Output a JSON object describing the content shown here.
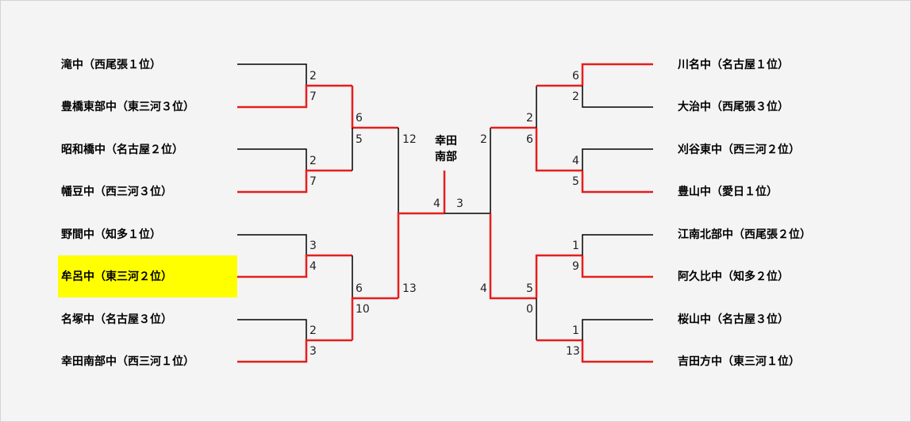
{
  "tournament": {
    "champion_line1": "幸田",
    "champion_line2": "南部",
    "left_teams": [
      "滝中（西尾張１位）",
      "豊橋東部中（東三河３位）",
      "昭和橋中（名古屋２位）",
      "幡豆中（西三河３位）",
      "野間中（知多１位）",
      "牟呂中（東三河２位）",
      "名塚中（名古屋３位）",
      "幸田南部中（西三河１位）"
    ],
    "right_teams": [
      "川名中（名古屋１位）",
      "大治中（西尾張３位）",
      "刈谷東中（西三河２位）",
      "豊山中（愛日１位）",
      "江南北部中（西尾張２位）",
      "阿久比中（知多２位）",
      "桜山中（名古屋３位）",
      "吉田方中（東三河１位）"
    ],
    "highlighted_team": "牟呂中（東三河２位）",
    "left_scores": {
      "r1": [
        "2",
        "7",
        "2",
        "7",
        "3",
        "4",
        "2",
        "3"
      ],
      "r2": [
        "6",
        "5",
        "6",
        "10"
      ],
      "r3": [
        "12",
        "13"
      ]
    },
    "right_scores": {
      "r1": [
        "6",
        "2",
        "4",
        "5",
        "1",
        "9",
        "1",
        "13"
      ],
      "r2": [
        "2",
        "6",
        "5",
        "0"
      ],
      "r3": [
        "2",
        "4"
      ]
    },
    "final_scores": [
      "4",
      "3"
    ]
  }
}
